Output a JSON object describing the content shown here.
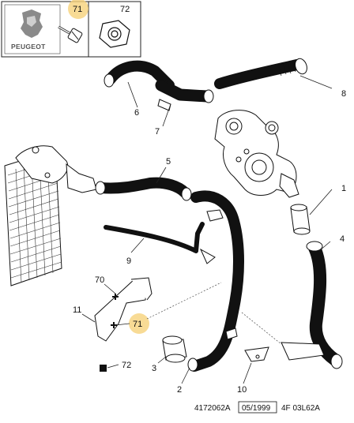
{
  "brand": {
    "name": "PEUGEOT"
  },
  "inset": {
    "cells": [
      {
        "ref": "71",
        "part": "bolt"
      },
      {
        "ref": "72",
        "part": "nut"
      }
    ]
  },
  "parts": {
    "p1": "1",
    "p2": "2",
    "p3": "3",
    "p4": "4",
    "p5": "5",
    "p6": "6",
    "p7": "7",
    "p8": "8",
    "p9": "9",
    "p10": "10",
    "p11": "11",
    "p70": "70",
    "p71": "71",
    "p72": "72"
  },
  "footer": {
    "code": "4172062A",
    "date": "05/1999",
    "ref": "4F 03L62A"
  },
  "colors": {
    "highlight": "#f6d27a",
    "line": "#111111",
    "frame": "#222222"
  }
}
